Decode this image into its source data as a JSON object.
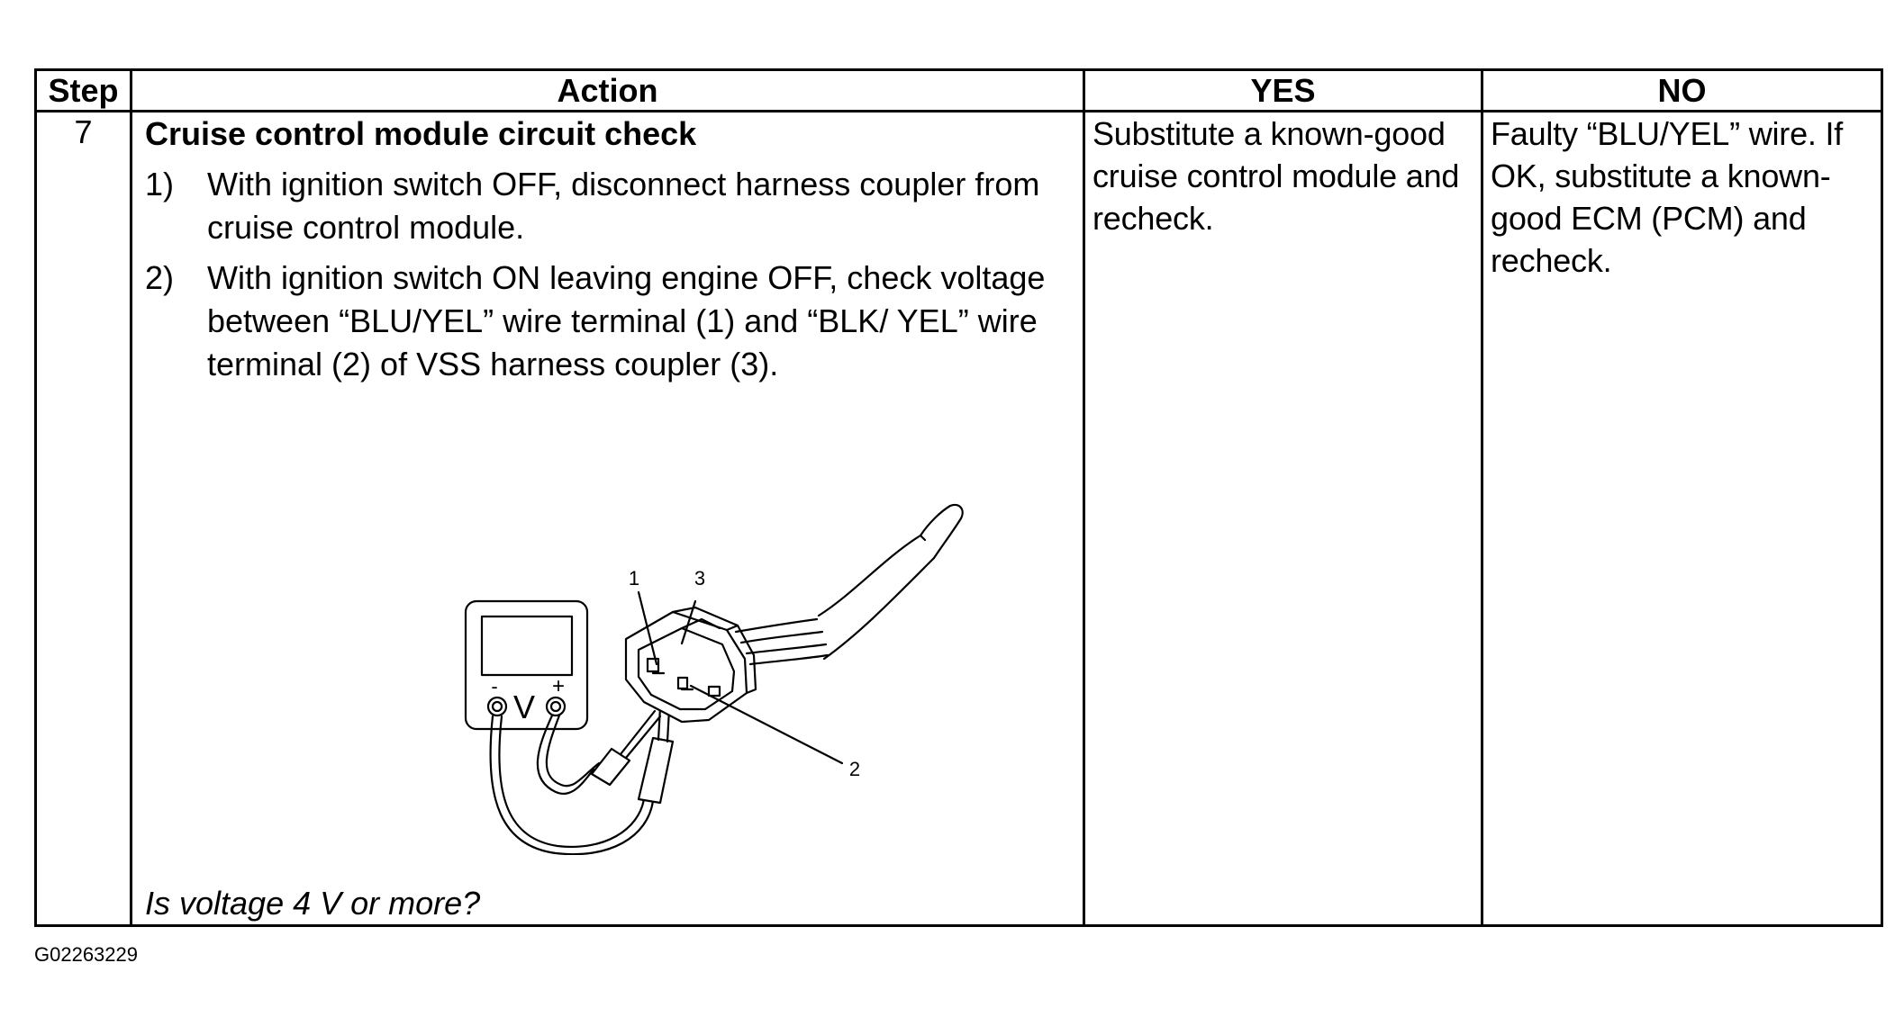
{
  "table": {
    "headers": {
      "step": "Step",
      "action": "Action",
      "yes": "YES",
      "no": "NO"
    },
    "rows": [
      {
        "step": "7",
        "action": {
          "title": "Cruise control module circuit check",
          "items": [
            {
              "num": "1)",
              "text": "With ignition switch OFF, disconnect harness coupler from cruise control module."
            },
            {
              "num": "2)",
              "text": "With ignition switch ON leaving engine OFF, check voltage between “BLU/YEL” wire terminal (1) and “BLK/ YEL” wire terminal (2) of VSS harness coupler (3)."
            }
          ],
          "question": "Is voltage 4 V or more?"
        },
        "yes": "Substitute a known-good cruise control module and recheck.",
        "no": "Faulty “BLU/YEL” wire. If OK, substitute a known-good ECM (PCM) and recheck."
      }
    ]
  },
  "diagram": {
    "voltmeter_symbol": "V",
    "minus_sign": "-",
    "plus_sign": "+",
    "callouts": [
      "1",
      "2",
      "3"
    ]
  },
  "figure_code": "G02263229"
}
